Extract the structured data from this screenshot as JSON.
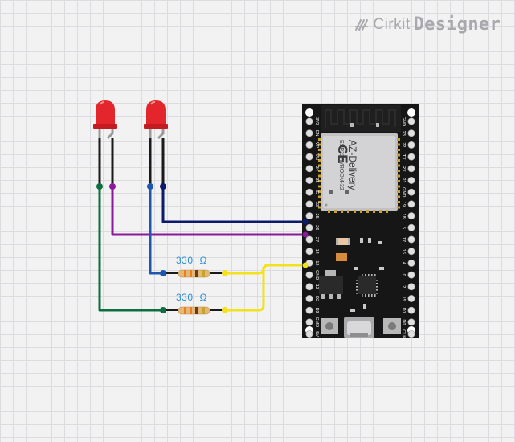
{
  "watermark": {
    "brand": "Cirkit",
    "product": "Designer",
    "icon": "cirkit-logo-icon"
  },
  "resistors": [
    {
      "label": "330",
      "unit": "Ω"
    },
    {
      "label": "330",
      "unit": "Ω"
    }
  ],
  "module": {
    "brand": "AZ-Delivery",
    "model": "ESP32-WROOM-32",
    "left_pins": [
      "3V3",
      "EN",
      "VP",
      "VN",
      "34",
      "35",
      "32",
      "33",
      "25",
      "26",
      "27",
      "14",
      "12",
      "GND",
      "13",
      "D2",
      "D3",
      "CMD",
      "5V"
    ],
    "right_pins": [
      "GND",
      "23",
      "22",
      "TX",
      "RX",
      "21",
      "GND",
      "19",
      "18",
      "5",
      "17",
      "16",
      "4",
      "0",
      "2",
      "15",
      "D1",
      "D0",
      "CLK"
    ]
  },
  "wire_colors": {
    "navy": "#0a1a6e",
    "purple": "#8b1a9b",
    "blue": "#1e56b0",
    "green": "#0d6e3f",
    "yellow": "#f2e21c",
    "black": "#1a1a1a"
  },
  "led_color": "#e2262b",
  "resistor_label_color": "#2a8fd6"
}
